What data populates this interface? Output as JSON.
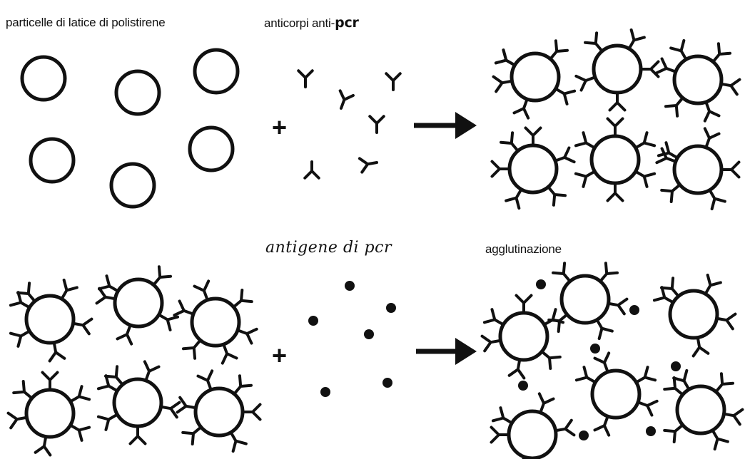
{
  "labels": {
    "latex_particles": "particelle di latice di polistirene",
    "antibodies_prefix": "anticorpi anti-",
    "antibodies_target": "pcr",
    "antigen": "antigene di pcr",
    "agglutination": "agglutinazione"
  },
  "symbols": {
    "plus": "+"
  },
  "colors": {
    "ink": "#111111",
    "background": "#ffffff"
  },
  "icons": {
    "particle": "circle-outline",
    "antibody": "y-shape",
    "antigen": "filled-dot",
    "arrow": "right-arrow"
  }
}
